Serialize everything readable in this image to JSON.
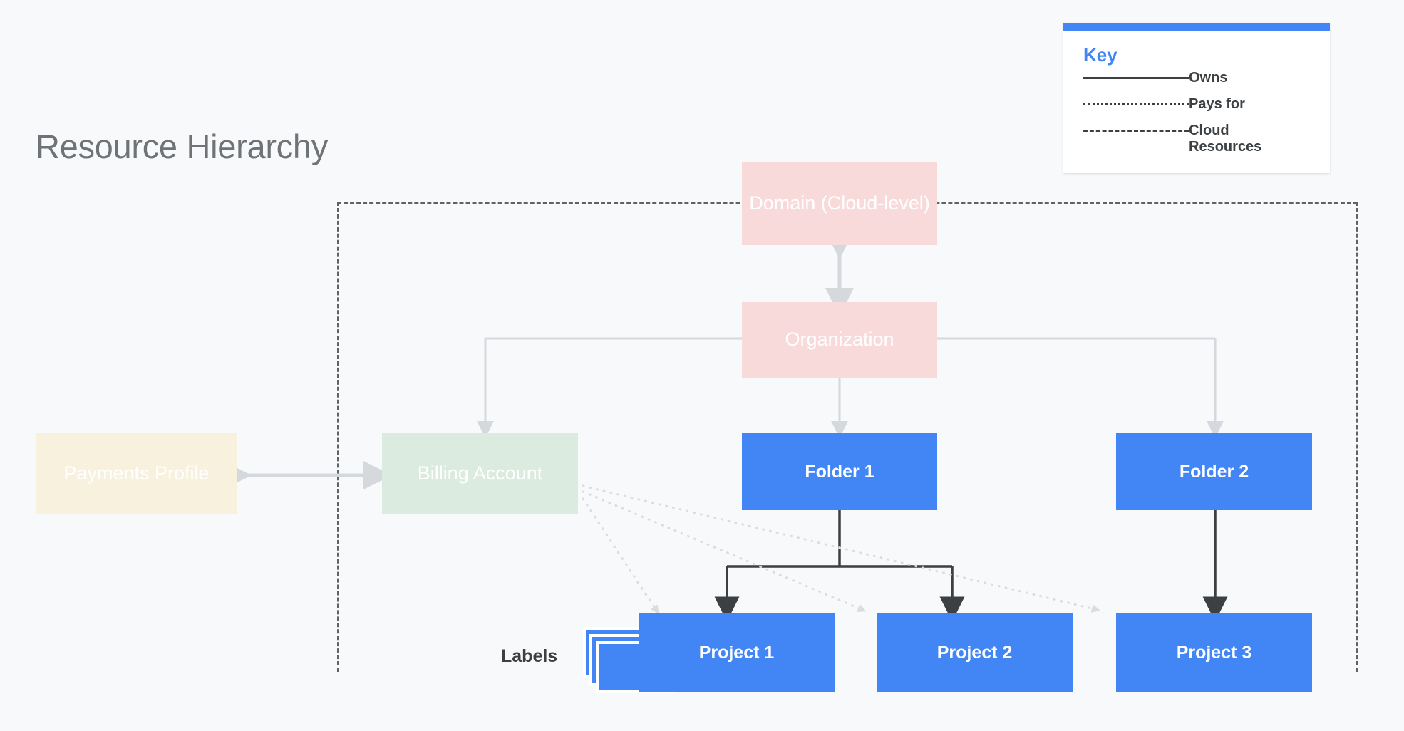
{
  "title": "Resource Hierarchy",
  "colors": {
    "background": "#f7f9fa",
    "blue": "#4285f4",
    "pink": "#f8dada",
    "green": "#dcebdf",
    "cream": "#f8f1de",
    "dash_gray": "#5f6368",
    "light_gray": "#d5d8dc",
    "dark_line": "#3c4043"
  },
  "key": {
    "title": "Key",
    "rows": [
      {
        "style": "solid",
        "label": "Owns"
      },
      {
        "style": "dotted",
        "label": "Pays for"
      },
      {
        "style": "dashed",
        "label": "Cloud Resources"
      }
    ]
  },
  "nodes": {
    "domain": "Domain (Cloud-level)",
    "organization": "Organization",
    "payments_profile": "Payments Profile",
    "billing_account": "Billing Account",
    "folder1": "Folder 1",
    "folder2": "Folder 2",
    "project1": "Project 1",
    "project2": "Project 2",
    "project3": "Project 3"
  },
  "labels_annotation": "Labels",
  "relationships": [
    {
      "from": "Domain (Cloud-level)",
      "to": "Organization",
      "type": "bidirectional"
    },
    {
      "from": "Organization",
      "to": "Billing Account",
      "type": "owns"
    },
    {
      "from": "Organization",
      "to": "Folder 1",
      "type": "owns"
    },
    {
      "from": "Organization",
      "to": "Folder 2",
      "type": "owns"
    },
    {
      "from": "Payments Profile",
      "to": "Billing Account",
      "type": "bidirectional"
    },
    {
      "from": "Folder 1",
      "to": "Project 1",
      "type": "owns"
    },
    {
      "from": "Folder 1",
      "to": "Project 2",
      "type": "owns"
    },
    {
      "from": "Folder 2",
      "to": "Project 3",
      "type": "owns"
    },
    {
      "from": "Billing Account",
      "to": "Project 1",
      "type": "pays for"
    },
    {
      "from": "Billing Account",
      "to": "Project 2",
      "type": "pays for"
    },
    {
      "from": "Billing Account",
      "to": "Project 3",
      "type": "pays for"
    }
  ]
}
